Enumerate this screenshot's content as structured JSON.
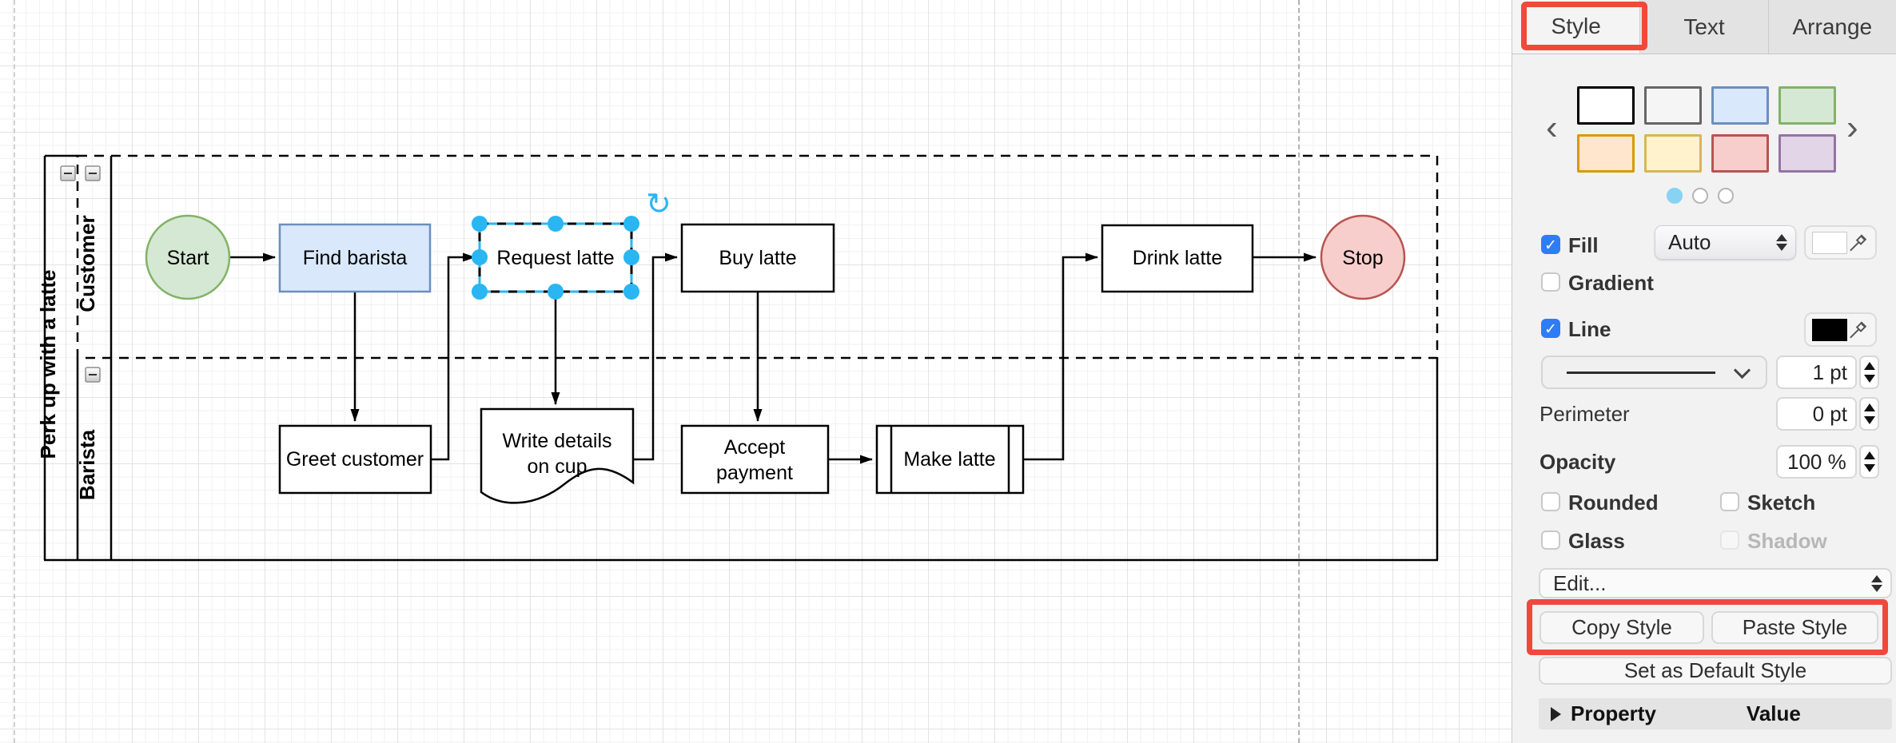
{
  "canvas": {
    "pool_title": "Perk up with a latte",
    "lanes": [
      {
        "name": "Customer"
      },
      {
        "name": "Barista"
      }
    ],
    "nodes": {
      "start": "Start",
      "find": "Find barista",
      "request": "Request latte",
      "buy": "Buy latte",
      "drink": "Drink latte",
      "stop": "Stop",
      "greet": "Greet customer",
      "write_line1": "Write details",
      "write_line2": "on cup",
      "accept_line1": "Accept",
      "accept_line2": "payment",
      "make": "Make latte"
    }
  },
  "panel": {
    "tabs": [
      "Style",
      "Text",
      "Arrange"
    ],
    "presets": [
      {
        "fill": "#ffffff",
        "stroke": "#000000"
      },
      {
        "fill": "#f5f5f5",
        "stroke": "#666666"
      },
      {
        "fill": "#dae8fc",
        "stroke": "#6c8ebf"
      },
      {
        "fill": "#d5e8d4",
        "stroke": "#82b366"
      },
      {
        "fill": "#ffe6cc",
        "stroke": "#d79b00"
      },
      {
        "fill": "#fff2cc",
        "stroke": "#d6b656"
      },
      {
        "fill": "#f8cecc",
        "stroke": "#b85450"
      },
      {
        "fill": "#e1d5e7",
        "stroke": "#9673a6"
      }
    ],
    "fill_label": "Fill",
    "fill_mode": "Auto",
    "fill_color": "#ffffff",
    "gradient_label": "Gradient",
    "line_label": "Line",
    "line_color": "#000000",
    "line_width": "1 pt",
    "perimeter_label": "Perimeter",
    "perimeter_value": "0 pt",
    "opacity_label": "Opacity",
    "opacity_value": "100 %",
    "rounded_label": "Rounded",
    "sketch_label": "Sketch",
    "glass_label": "Glass",
    "shadow_label": "Shadow",
    "edit_label": "Edit...",
    "copy_style_label": "Copy Style",
    "paste_style_label": "Paste Style",
    "set_default_label": "Set as Default Style",
    "property_label": "Property",
    "value_label": "Value",
    "checkmark": "✓",
    "prev_arrow": "‹",
    "next_arrow": "›",
    "minus": "−"
  },
  "colors": {
    "annotation_red": "#f0483b",
    "selection_handle_blue": "#29b6f2",
    "checkbox_blue": "#2e7cf6",
    "start_fill": "#d5e8d4",
    "start_stroke": "#82b366",
    "find_fill": "#dae8fc",
    "find_stroke": "#6c8ebf",
    "stop_fill": "#f8cecc",
    "stop_stroke": "#b85450"
  }
}
